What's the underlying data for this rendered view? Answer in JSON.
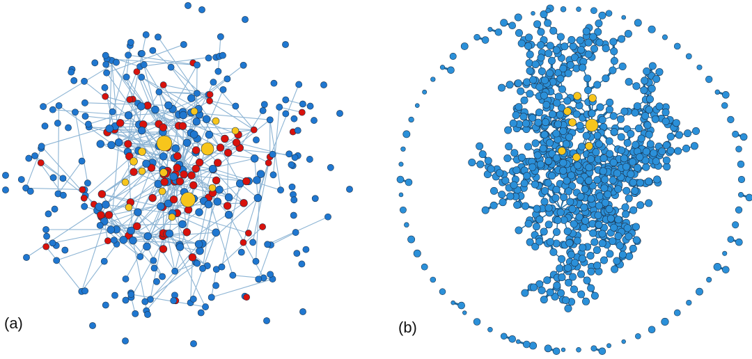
{
  "figure": {
    "panels": [
      {
        "id": "a",
        "label": "(a)"
      },
      {
        "id": "b",
        "label": "(b)"
      }
    ],
    "colors": {
      "blue_node": "#1f77d0",
      "red_node": "#d8120c",
      "yellow_node": "#f7c51c",
      "light_blue_node": "#2b90d9",
      "edge_a": "#8cb4d4",
      "edge_b": "#1f6aa0",
      "node_stroke": "#1a3550"
    }
  }
}
